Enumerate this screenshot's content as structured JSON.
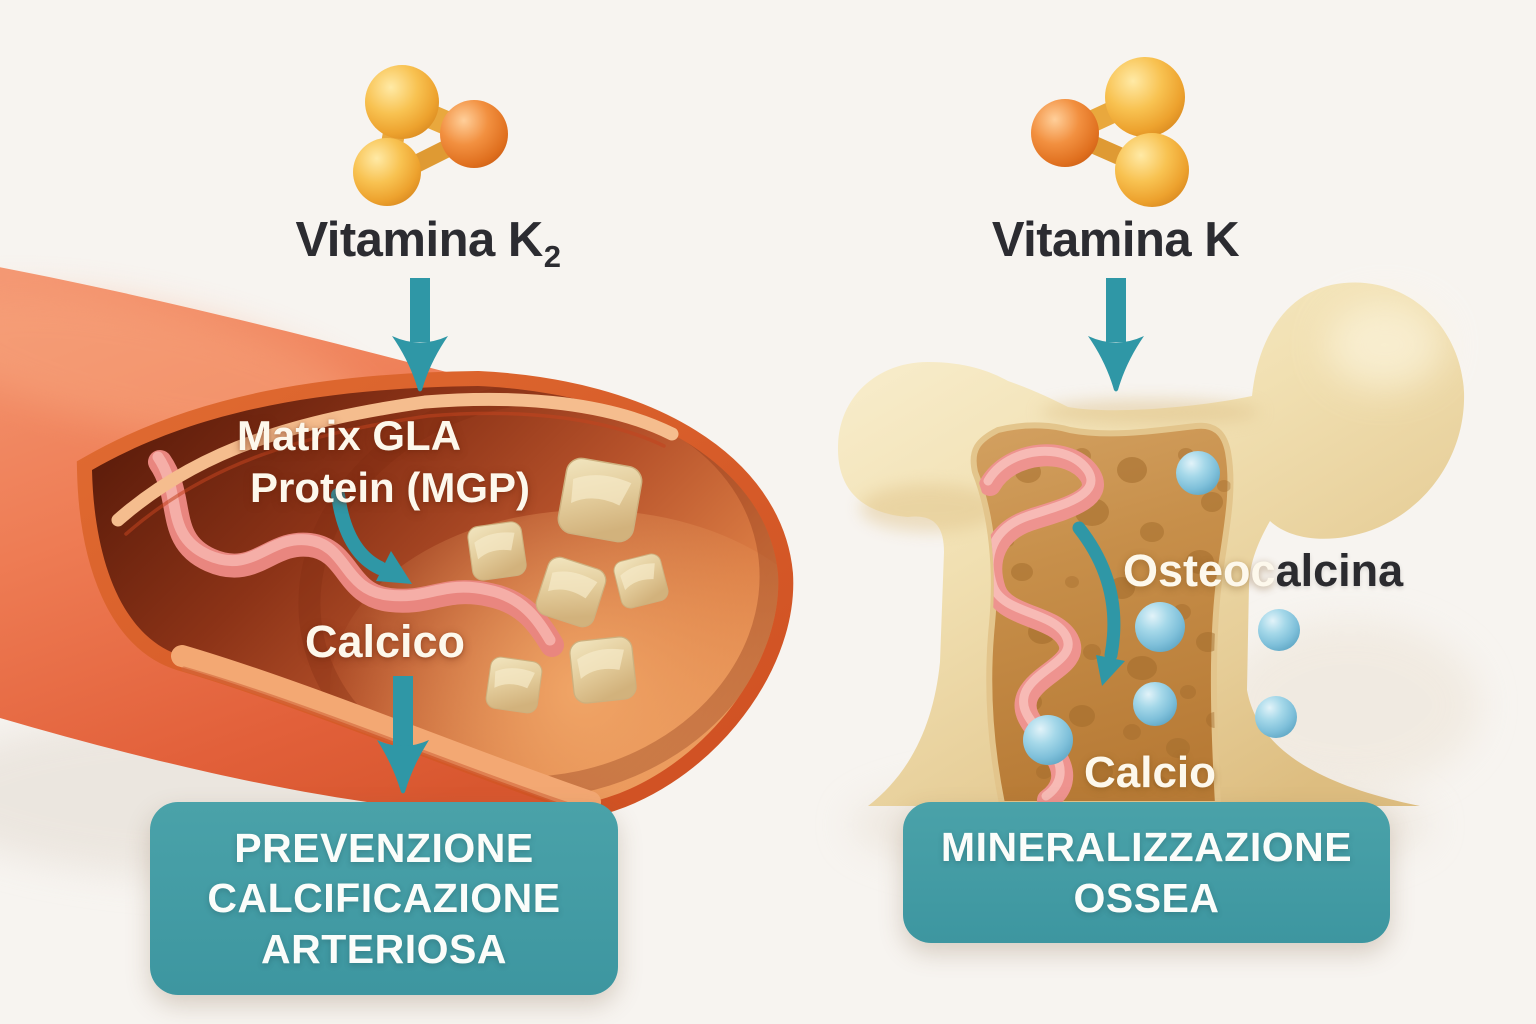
{
  "left_panel": {
    "title": {
      "text": "Vitamina K",
      "subscript": "2"
    },
    "artery": {
      "label_mgp_line1": "Matrix GLA",
      "label_mgp_line2": "Protein (MGP)",
      "label_calcium": "Calcico"
    },
    "outcome": {
      "line1": "PREVENZIONE",
      "line2": "CALCIFICAZIONE",
      "line3": "ARTERIOSA"
    }
  },
  "right_panel": {
    "title": {
      "text": "Vitamina K",
      "subscript": ""
    },
    "bone": {
      "label_osteocalcin_light": "Osteoc",
      "label_osteocalcin_dark": "alcina",
      "label_calcium": "Calcio"
    },
    "outcome": {
      "line1": "MINERALIZZAZIONE",
      "line2": "OSSEA"
    }
  },
  "colors": {
    "background": "#f7f4f0",
    "teal_accent": "#2f97a6",
    "teal_box": "#449ba4",
    "title_text": "#2c2c31",
    "white_text": "#fdf8ec",
    "artery_coral": "#ee7c54",
    "artery_rim": "#d0522a",
    "artery_interior_dark": "#5e1d0b",
    "artery_floor": "#e89150",
    "bone_cream": "#f2e2b6",
    "bone_spongy": "#c78f4a",
    "calcium_blue": "#85c4dc",
    "protein_pink": "#ee938f",
    "crystal_beige": "#e7d3a6",
    "molecule_yellow": "#f5bd4a",
    "molecule_orange": "#ee8430"
  }
}
